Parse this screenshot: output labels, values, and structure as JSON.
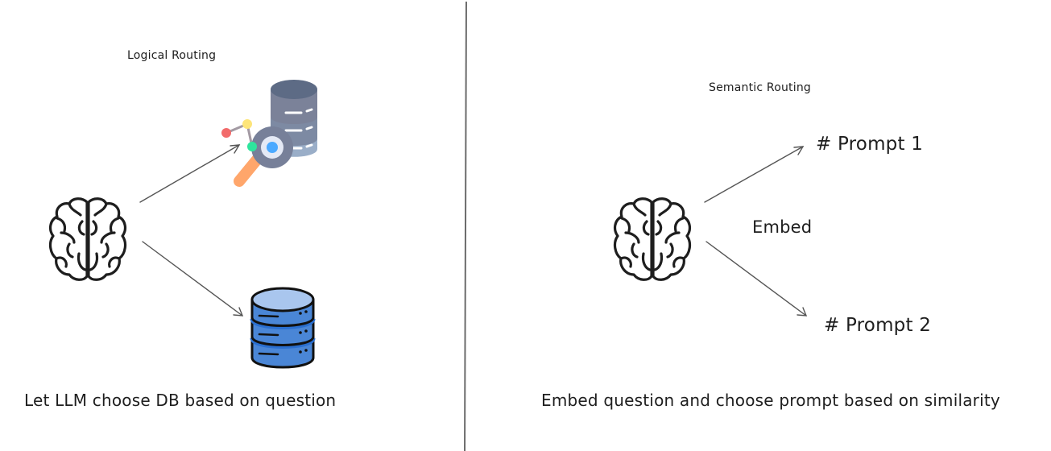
{
  "left_panel": {
    "title": "Logical Routing",
    "caption": "Let LLM choose DB based on question",
    "source_icon": "brain-icon",
    "targets": [
      {
        "icon": "database-search-icon",
        "description": "grey database with magnifying glass and graph nodes"
      },
      {
        "icon": "database-icon",
        "description": "blue stacked database"
      }
    ]
  },
  "right_panel": {
    "title": "Semantic Routing",
    "caption": "Embed question and choose prompt based on similarity",
    "source_icon": "brain-icon",
    "edge_label": "Embed",
    "targets": [
      {
        "label": "# Prompt 1"
      },
      {
        "label": "# Prompt 2"
      }
    ]
  },
  "colors": {
    "stroke": "#1e1e1e",
    "arrow": "#555555",
    "divider": "#6b6b6b",
    "db_grey_top": "#5d6b85",
    "db_grey_mid": "#7d8aa3",
    "db_grey_low": "#9aaec8",
    "db_blue_top": "#a9c6ee",
    "db_blue_body": "#4a86d6",
    "db_blue_band": "#2a6fd0",
    "magnifier_ring": "#778099",
    "magnifier_handle": "#ffa66b",
    "node_red": "#f26b6b",
    "node_yellow": "#fde57a",
    "node_green": "#2ee59d",
    "node_blue": "#4ba9ff"
  }
}
